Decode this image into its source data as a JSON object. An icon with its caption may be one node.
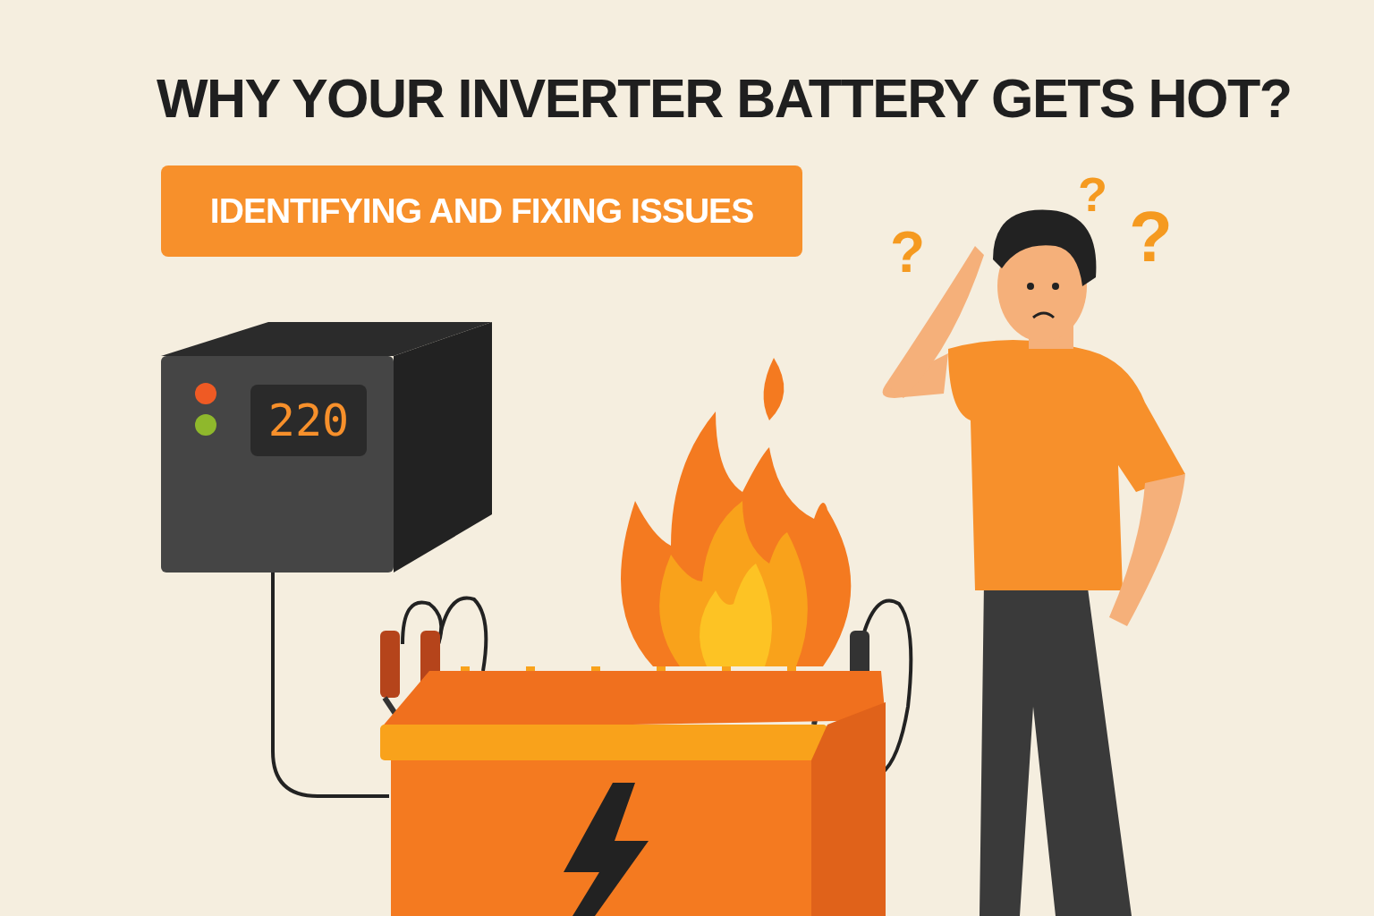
{
  "diagram": {
    "title": "WHY YOUR INVERTER BATTERY GETS HOT?",
    "nodes": [
      {
        "text": [
          "IDENTIFYING AND FIXING ISSUES"
        ]
      },
      {
        "text": [
          "220"
        ]
      },
      {
        "text": [],
        "shape": "picture"
      }
    ],
    "edges": [
      {
        "from": 1,
        "to": 2,
        "arrow": "none"
      }
    ],
    "labels": [
      "?",
      "?",
      "?"
    ]
  }
}
